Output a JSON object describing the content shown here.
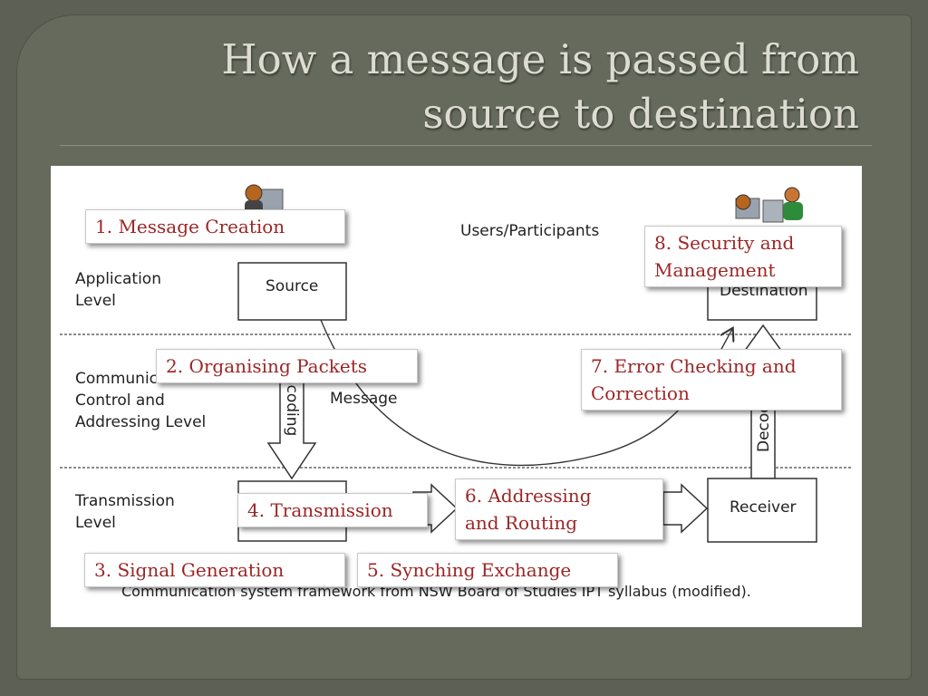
{
  "slide": {
    "title_line1": "How a message is passed from",
    "title_line2": "source to destination"
  },
  "diagram": {
    "levels": {
      "application": [
        "Application",
        "Level"
      ],
      "communication": [
        "Communication",
        "Control and",
        "Addressing Level"
      ],
      "transmission": [
        "Transmission",
        "Level"
      ]
    },
    "users_label": "Users/Participants",
    "nodes": {
      "source": "Source",
      "destination": "Destination",
      "receiver": "Receiver"
    },
    "arrow_labels": {
      "encoding": "Encoding",
      "decoding": "Decoding",
      "message": "Message"
    },
    "caption": "Communication system framework from NSW Board of Studies IPT syllabus (modified).",
    "icons": [
      "person-at-computer-icon",
      "person-at-computer-icon"
    ]
  },
  "callouts": {
    "c1": "1. Message Creation",
    "c2": "2. Organising Packets",
    "c3": "3. Signal Generation",
    "c4": "4. Transmission",
    "c5": "5. Synching Exchange",
    "c6_line1": "6. Addressing",
    "c6_line2": "and Routing",
    "c7_line1": "7. Error Checking and",
    "c7_line2": "Correction",
    "c8_line1": "8. Security and",
    "c8_line2": "Management"
  }
}
